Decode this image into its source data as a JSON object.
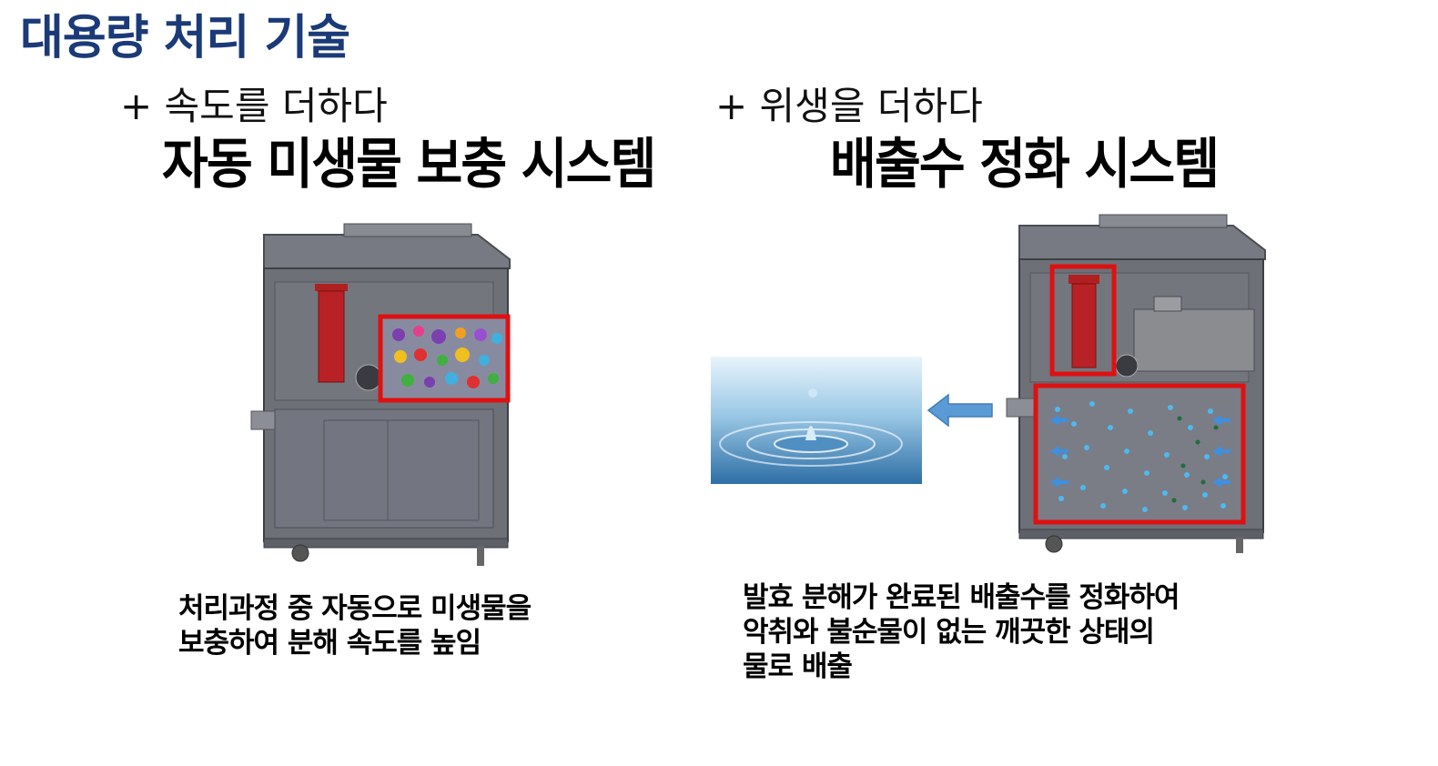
{
  "title": "대용량 처리 기술",
  "left": {
    "subtitle": "+ 속도를 더하다",
    "headline": "자동 미생물 보충 시스템",
    "description": [
      "처리과정 중 자동으로 미생물을",
      "보충하여 분해 속도를 높임"
    ]
  },
  "right": {
    "subtitle": "+ 위생을 더하다",
    "headline": "배출수 정화 시스템",
    "description": [
      "발효 분해가 완료된 배출수를 정화하여",
      "악취와 불순물이 없는 깨끗한 상태의",
      "물로 배출"
    ]
  },
  "colors": {
    "title": "#1b3a78",
    "highlight": "#e01010",
    "arrow": "#5b9bd5",
    "machine": "#6e7078"
  }
}
